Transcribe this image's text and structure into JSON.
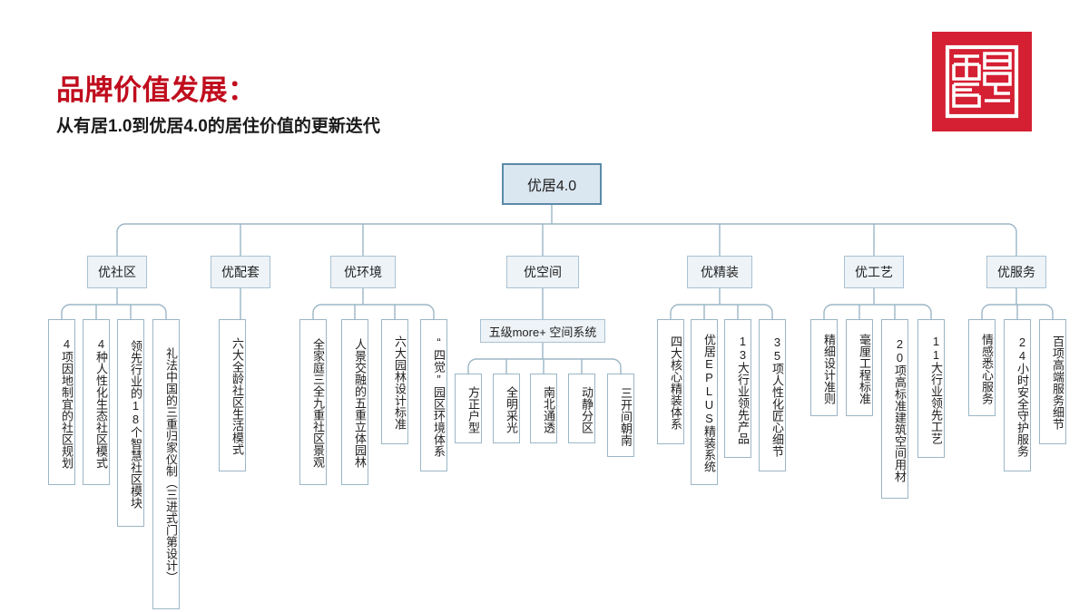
{
  "header": {
    "title": "品牌价值发展：",
    "subtitle": "从有居1.0到优居4.0的居住价值的更新迭代",
    "title_color": "#c00d1e",
    "logo_color": "#d51f33",
    "logo_name": "brand-seal-logo"
  },
  "theme": {
    "root_fill": "#dbe7f0",
    "root_border": "#5b8aa8",
    "branch_fill": "#eef3f7",
    "branch_border": "#a9c2d3",
    "leaf_fill": "#ffffff",
    "leaf_border": "#9bb6c6",
    "connector": "#9bb6c6",
    "background": "#ffffff"
  },
  "diagram": {
    "type": "tree",
    "root": "优居4.0",
    "branches": [
      {
        "label": "优社区",
        "leaves": [
          "4项因地制宜的社区规划",
          "4种人性化生态社区模式",
          "领先行业的18个智慧社区模块",
          "礼法中国的三重归家仪制（三进式门第设计）"
        ]
      },
      {
        "label": "优配套",
        "leaves": [
          "六大全龄社区生活模式"
        ]
      },
      {
        "label": "优环境",
        "leaves": [
          "全家庭三全九重社区景观",
          "人景交融的五重立体园林",
          "六大园林设计标准",
          "“四觉”园区环境体系"
        ]
      },
      {
        "label": "优空间",
        "mid": "五级more+ 空间系统",
        "leaves": [
          "方正户型",
          "全明采光",
          "南北通透",
          "动静分区",
          "三开间朝南"
        ]
      },
      {
        "label": "优精装",
        "leaves": [
          "四大核心精装体系",
          "优居EPLUS精装系统",
          "13大行业领先产品",
          "35项人性化匠心细节"
        ]
      },
      {
        "label": "优工艺",
        "leaves": [
          "精细设计准则",
          "毫厘工程标准",
          "20项高标准建筑空间用材",
          "11大行业领先工艺"
        ]
      },
      {
        "label": "优服务",
        "leaves": [
          "情感悉心服务",
          "24小时安全守护服务",
          "百项高端服务细节"
        ]
      }
    ]
  }
}
